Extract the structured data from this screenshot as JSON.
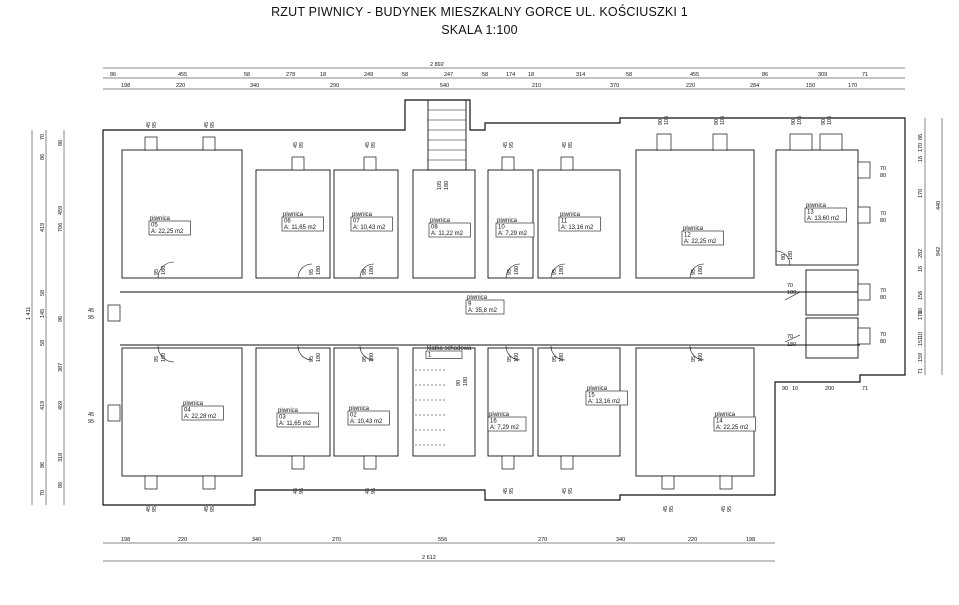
{
  "title": {
    "line1": "RZUT PIWNICY - BUDYNEK MIESZKALNY GORCE UL. KOŚCIUSZKI 1",
    "line2": "SKALA 1:100"
  },
  "top_dims": {
    "total": "2 892",
    "row1": [
      "86",
      "455",
      "58",
      "278",
      "18",
      "249",
      "58",
      "247",
      "58",
      "174",
      "18",
      "314",
      "58",
      "455",
      "86",
      "309",
      "71"
    ],
    "row2": [
      "198",
      "220",
      "340",
      "290",
      "540",
      "210",
      "370",
      "220",
      "284",
      "150",
      "170"
    ]
  },
  "bottom_dims": {
    "row1": [
      "198",
      "220",
      "340",
      "270",
      "556",
      "270",
      "340",
      "220",
      "198"
    ],
    "total": "2 612"
  },
  "left_dims": {
    "outer": [
      "1 411"
    ],
    "col1": [
      "70",
      "86",
      "419",
      "58",
      "145",
      "58",
      "419",
      "86",
      "70"
    ],
    "col2": [
      "86",
      "459",
      "706",
      "96",
      "387",
      "459",
      "318",
      "86"
    ]
  },
  "right_dims": {
    "col1": [
      "86",
      "170",
      "16",
      "170",
      "282",
      "16",
      "156",
      "10",
      "170",
      "10",
      "151",
      "159",
      "71"
    ],
    "col2": [
      "440",
      "942"
    ]
  },
  "room_labels": [
    {
      "name": "piwnica",
      "num": "05",
      "area": "A: 22,25 m2"
    },
    {
      "name": "piwnica",
      "num": "06",
      "area": "A: 11,65 m2"
    },
    {
      "name": "piwnica",
      "num": "07",
      "area": "A: 10,43 m2"
    },
    {
      "name": "piwnica",
      "num": "08",
      "area": "A: 11,22 m2"
    },
    {
      "name": "piwnica",
      "num": "10",
      "area": "A: 7,29 m2"
    },
    {
      "name": "piwnica",
      "num": "11",
      "area": "A: 13,16 m2"
    },
    {
      "name": "piwnica",
      "num": "12",
      "area": "A: 22,25 m2"
    },
    {
      "name": "piwnica",
      "num": "13",
      "area": "A: 13,60 m2"
    },
    {
      "name": "piwnica",
      "num": "9",
      "area": "A: 35,8 m2"
    },
    {
      "name": "klatka schodowa",
      "num": "1",
      "area": ""
    },
    {
      "name": "piwnica",
      "num": "04",
      "area": "A: 22,28 m2"
    },
    {
      "name": "piwnica",
      "num": "03",
      "area": "A: 11,65 m2"
    },
    {
      "name": "piwnica",
      "num": "02",
      "area": "A: 10,43 m2"
    },
    {
      "name": "piwnica",
      "num": "16",
      "area": "A: 7,29 m2"
    },
    {
      "name": "piwnica",
      "num": "15",
      "area": "A: 13,16 m2"
    },
    {
      "name": "piwnica",
      "num": "14",
      "area": "A: 22,25 m2"
    }
  ],
  "window_dims": {
    "top_a": [
      "45",
      "95"
    ],
    "top_b": [
      "45",
      "95"
    ],
    "top_c": [
      "90",
      "105"
    ],
    "top_d": [
      "50",
      "100"
    ],
    "right_a": [
      "70",
      "80"
    ],
    "door": [
      "95",
      "180"
    ],
    "stair_door": [
      "105",
      "180"
    ],
    "side_left": [
      "45",
      "95"
    ],
    "east_small": [
      "70",
      "180"
    ],
    "bottom_right": [
      "90",
      "10",
      "200",
      "71"
    ]
  }
}
